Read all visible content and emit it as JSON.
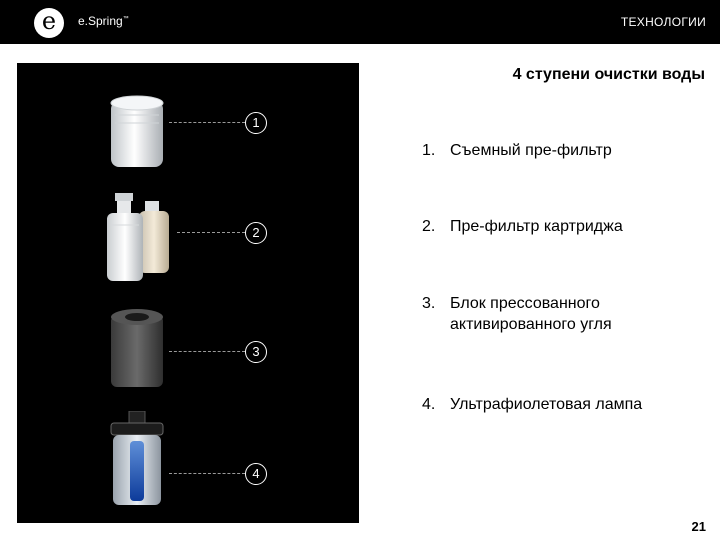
{
  "header": {
    "logo_letter": "e",
    "brand": "e.Spring",
    "trademark": "™",
    "section": "ТЕХНОЛОГИИ"
  },
  "title": "4 ступени очистки воды",
  "steps": [
    {
      "num": "1.",
      "text": "Съемный пре-фильтр"
    },
    {
      "num": "2.",
      "text": "Пре-фильтр картриджа"
    },
    {
      "num": "3.",
      "text": "Блок прессованного активированного угля"
    },
    {
      "num": "4.",
      "text": "Ультрафиолетовая лампа"
    }
  ],
  "badges": [
    "1",
    "2",
    "3",
    "4"
  ],
  "page_number": "21"
}
